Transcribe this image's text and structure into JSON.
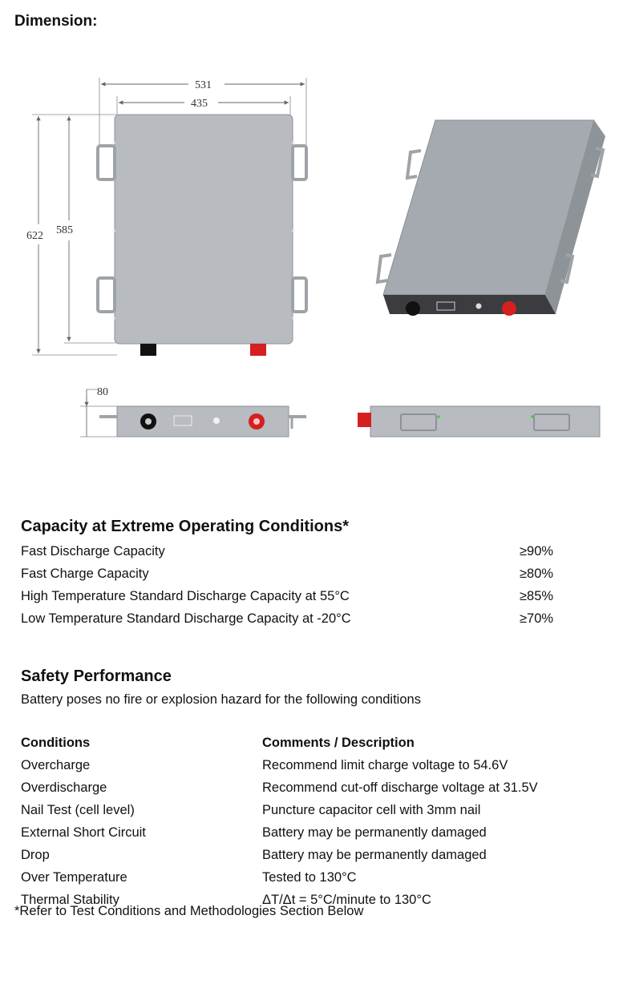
{
  "dimension": {
    "heading": "Dimension:",
    "labels": {
      "width_overall": "531",
      "width_body": "435",
      "height_overall": "622",
      "height_body": "585",
      "depth": "80"
    }
  },
  "capacity": {
    "title": "Capacity at Extreme Operating Conditions*",
    "rows": [
      {
        "label": "Fast Discharge Capacity",
        "value": "≥90%"
      },
      {
        "label": "Fast Charge Capacity",
        "value": "≥80%"
      },
      {
        "label": "High Temperature Standard Discharge Capacity at 55°C",
        "value": "≥85%"
      },
      {
        "label": "Low Temperature Standard Discharge Capacity at -20°C",
        "value": "≥70%"
      }
    ]
  },
  "safety": {
    "title": "Safety Performance",
    "intro": "Battery poses no fire or explosion hazard for the following conditions",
    "headers": {
      "conditions": "Conditions",
      "comments": "Comments / Description"
    },
    "rows": [
      {
        "condition": "Overcharge",
        "description": "Recommend limit charge voltage to 54.6V"
      },
      {
        "condition": "Overdischarge",
        "description": "Recommend cut-off discharge voltage at 31.5V"
      },
      {
        "condition": "Nail Test (cell level)",
        "description": "Puncture capacitor cell with 3mm nail"
      },
      {
        "condition": "External Short Circuit",
        "description": "Battery may be permanently damaged"
      },
      {
        "condition": "Drop",
        "description": "Battery may be permanently damaged"
      },
      {
        "condition": "Over Temperature",
        "description": "Tested to 130°C"
      },
      {
        "condition": "Thermal Stability",
        "description": "ΔT/Δt = 5°C/minute to 130°C"
      }
    ]
  },
  "footnote": "*Refer to Test Conditions and Methodologies Section Below",
  "colors": {
    "body_gray": "#b5b8bd",
    "body_gray_dark": "#9ea3a8",
    "terminal_black": "#111111",
    "terminal_red": "#d61f1f"
  }
}
